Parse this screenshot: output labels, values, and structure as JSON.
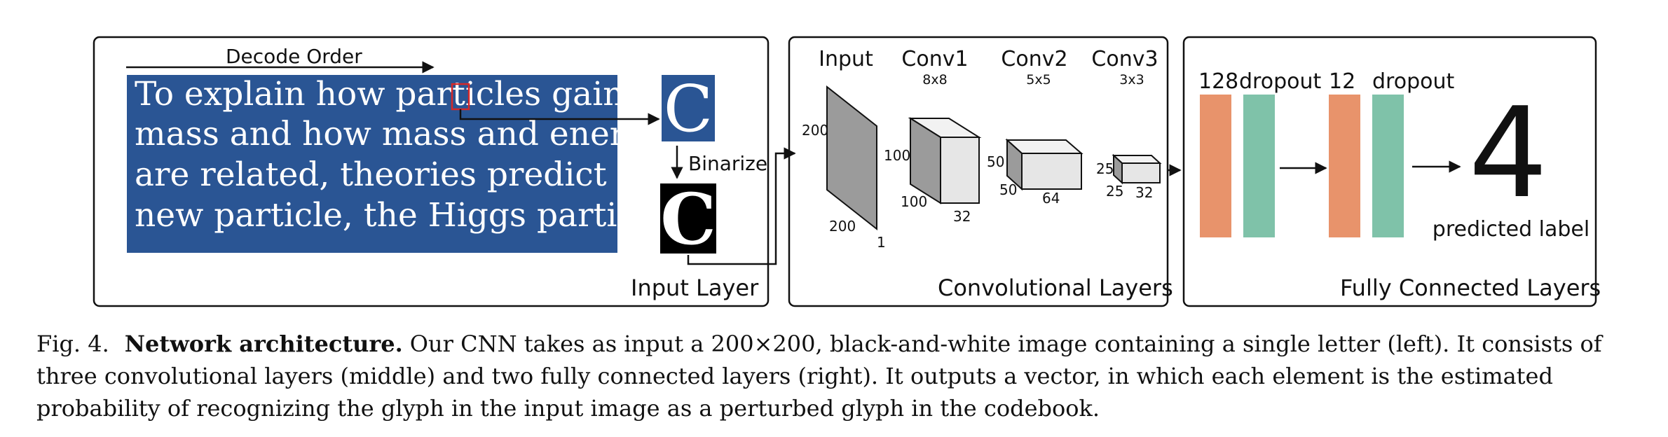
{
  "figure": {
    "input_panel": {
      "decode_order": "Decode Order",
      "text_lines": [
        "To explain how particles gain",
        "mass and how mass and energy",
        "are related, theories predict  a",
        "new particle, the Higgs particle."
      ],
      "glyph": "C",
      "binarize": "Binarize",
      "title": "Input Layer"
    },
    "conv_panel": {
      "headers": [
        "Input",
        "Conv1",
        "Conv2",
        "Conv3"
      ],
      "kernels": [
        "8x8",
        "5x5",
        "3x3"
      ],
      "input_dims": [
        "200",
        "200",
        "1"
      ],
      "conv1_dims": [
        "100",
        "100",
        "32"
      ],
      "conv2_dims": [
        "50",
        "50",
        "64"
      ],
      "conv3_dims": [
        "25",
        "25",
        "32"
      ],
      "title": "Convolutional Layers"
    },
    "fc_panel": {
      "labels": [
        "128",
        "dropout",
        "12",
        "dropout"
      ],
      "output": "4",
      "output_label": "predicted label",
      "title": "Fully Connected Layers"
    }
  },
  "colors": {
    "blackboard": "#2a5594",
    "fc_orange": "#e8936b",
    "fc_teal": "#7fc2a9",
    "box_face": "#e6e6e6",
    "box_side": "#9b9b9b"
  },
  "caption": {
    "label": "Fig. 4.",
    "title": "Network architecture.",
    "text": "Our CNN takes as input a 200×200, black-and-white image containing a single letter (left). It consists of three convolutional layers (middle) and two fully connected layers (right). It outputs a vector, in which each element is the estimated probability of recognizing the glyph in the input image as a perturbed glyph in the codebook."
  }
}
